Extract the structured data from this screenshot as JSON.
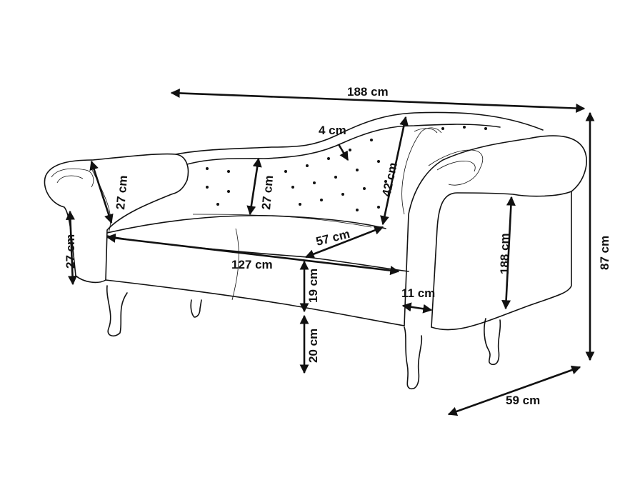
{
  "dimensions": {
    "total_width": "188 cm",
    "height_total": "87 cm",
    "depth": "59 cm",
    "backrest_dip": "4 cm",
    "back_height_left": "27 cm",
    "back_height_right": "42 cm",
    "arm_height_outer": "27 cm",
    "arm_height_inner": "27 cm",
    "seat_width": "127 cm",
    "seat_depth": "57 cm",
    "seat_thickness": "19 cm",
    "leg_height": "20 cm",
    "arm_width": "11 cm",
    "arm_length_right": "188 cm"
  }
}
